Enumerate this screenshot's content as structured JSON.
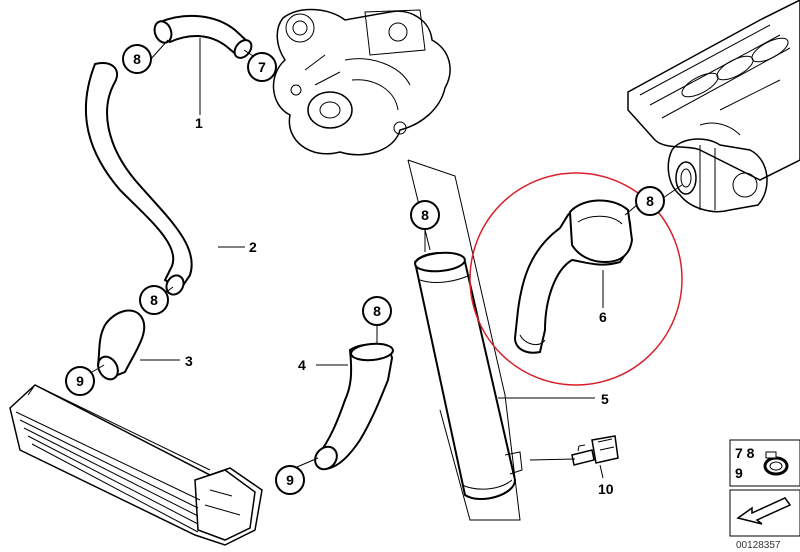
{
  "callouts": {
    "c8a": "8",
    "c7": "7",
    "c8b": "8",
    "c8c": "8",
    "c8d": "8",
    "c9a": "9",
    "c9b": "9"
  },
  "part_numbers": {
    "p1": "1",
    "p2": "2",
    "p3": "3",
    "p4": "4",
    "p5": "5",
    "p6": "6",
    "p10": "10"
  },
  "legend": {
    "top_row": "7 8",
    "bottom_row": "9"
  },
  "document_id": "00128357",
  "colors": {
    "highlight_circle": "#d9202a",
    "line": "#000000"
  }
}
